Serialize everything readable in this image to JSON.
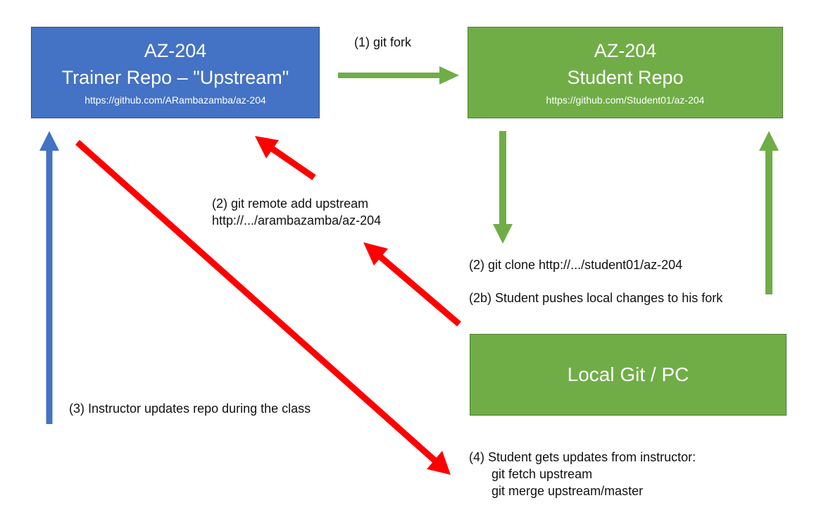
{
  "trainer_repo": {
    "title": "AZ-204",
    "subtitle": "Trainer Repo – \"Upstream\"",
    "url": "https://github.com/ARambazamba/az-204",
    "color": "#4472c4"
  },
  "student_repo": {
    "title": "AZ-204",
    "subtitle": "Student Repo",
    "url": "https://github.com/Student01/az-204",
    "color": "#70ad47"
  },
  "local_pc": {
    "title": "Local Git / PC",
    "color": "#70ad47"
  },
  "labels": {
    "fork": "(1) git fork",
    "remote_add_line1": "(2) git remote add upstream",
    "remote_add_line2": "http://.../arambazamba/az-204",
    "clone": "(2) git clone http://.../student01/az-204",
    "push": "(2b) Student pushes local changes to his fork",
    "instructor_updates": "(3) Instructor updates repo during the class",
    "student_updates_line1": "(4) Student gets updates from instructor:",
    "student_updates_line2": "git fetch upstream",
    "student_updates_line3": "git merge upstream/master"
  },
  "arrow_colors": {
    "green": "#70ad47",
    "red": "#ff0000",
    "blue": "#4472c4"
  }
}
